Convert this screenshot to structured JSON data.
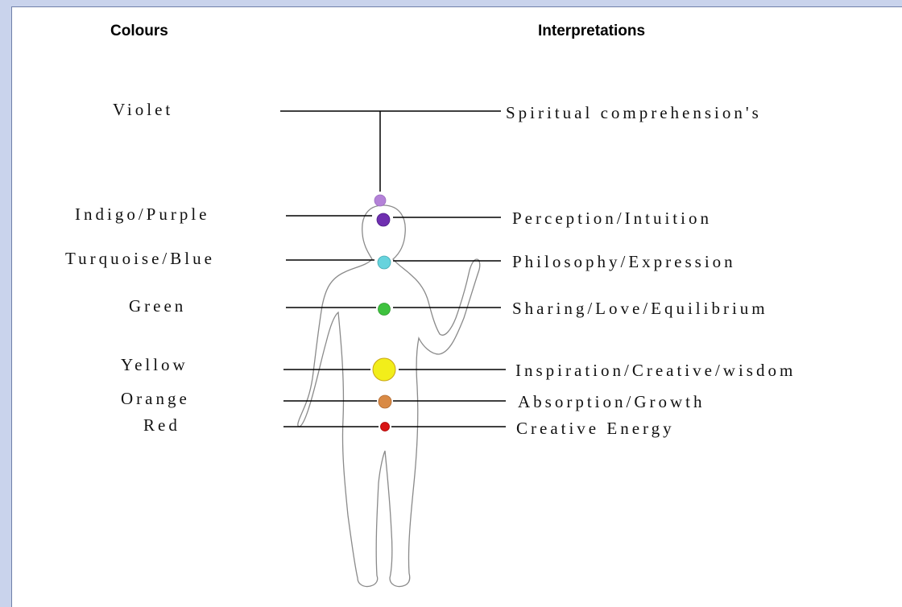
{
  "headers": {
    "colours": "Colours",
    "interpretations": "Interpretations"
  },
  "rows": [
    {
      "colour": "Violet",
      "interpretation": "Spiritual comprehension's",
      "dot_color": "#b482d8"
    },
    {
      "colour": "Indigo/Purple",
      "interpretation": "Perception/Intuition",
      "dot_color": "#6f2fb0"
    },
    {
      "colour": "Turquoise/Blue",
      "interpretation": "Philosophy/Expression",
      "dot_color": "#66d3dd"
    },
    {
      "colour": "Green",
      "interpretation": "Sharing/Love/Equilibrium",
      "dot_color": "#3ec23e"
    },
    {
      "colour": "Yellow",
      "interpretation": "Inspiration/Creative/wisdom",
      "dot_color": "#f2ee1a"
    },
    {
      "colour": "Orange",
      "interpretation": "Absorption/Growth",
      "dot_color": "#d98a45"
    },
    {
      "colour": "Red",
      "interpretation": "Creative Energy",
      "dot_color": "#d81414"
    }
  ]
}
